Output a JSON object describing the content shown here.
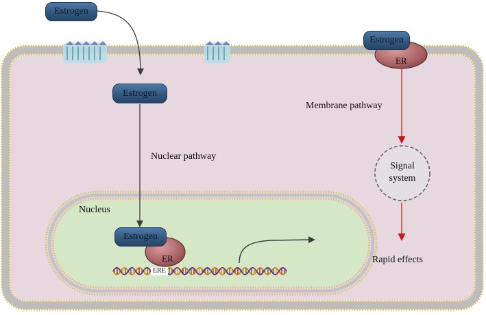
{
  "labels": {
    "estrogen_outside": "Estrogen",
    "estrogen_cytoplasm": "Estrogen",
    "estrogen_membrane": "Estrogen",
    "er_membrane": "ER",
    "nuclear_pathway": "Nuclear pathway",
    "membrane_pathway": "Membrane pathway",
    "signal_system_line1": "Signal",
    "signal_system_line2": "system",
    "nucleus": "Nucleus",
    "estrogen_nucleus": "Estrogen",
    "er_nucleus": "ER",
    "ere": "ERE",
    "rapid_effects": "Rapid effects"
  },
  "colors": {
    "cytoplasm": "#e6d8de",
    "nucleus": "#d4e8c8",
    "membrane_head": "#d9c46e",
    "estrogen_pill": "#33587f",
    "er_blob": "#b56f71",
    "membrane_arrow": "#d0181a",
    "nuclear_arrow": "#3a3a3a",
    "signal_circle_border": "#666666"
  }
}
